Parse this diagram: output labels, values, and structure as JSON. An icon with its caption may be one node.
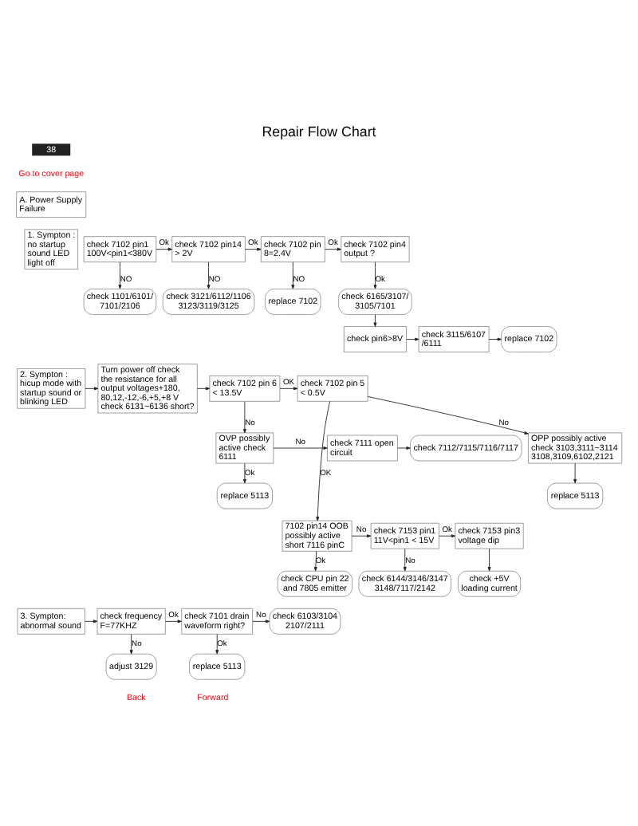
{
  "diagram": {
    "title": "Repair Flow Chart",
    "nodes": [
      {
        "text": [
          "A. Power Supply Failure"
        ]
      },
      {
        "text": [
          "1. Sympton : no startup sound LED light off"
        ]
      },
      {
        "text": [
          "check 7102 pin1 100V<pin1<380V"
        ]
      },
      {
        "text": [
          "check 7102 pin14 > 2V"
        ]
      },
      {
        "text": [
          "check 7102 pin 8=2.4V"
        ]
      },
      {
        "text": [
          "check 7102 pin4 output ?"
        ]
      },
      {
        "text": [
          "check 1101/6101/ 7101/2106"
        ]
      },
      {
        "text": [
          "check 3121/6112/1106 3123/3119/3125"
        ]
      },
      {
        "text": [
          "replace 7102"
        ]
      },
      {
        "text": [
          "check 6165/3107/ 3105/7101"
        ]
      },
      {
        "text": [
          "replace 7102"
        ]
      },
      {
        "text": [
          "check 3115/6107 /6111"
        ]
      },
      {
        "text": [
          "check pin6>8V"
        ]
      },
      {
        "text": [
          "2. Sympton : hicup mode with startup sound or blinking LED"
        ]
      },
      {
        "text": [
          "Turn power off check the resistance for all output voltages+180, 80,12,-12,-6,+5,+8 V check 6131~6136 short?"
        ]
      },
      {
        "text": [
          "check 7102 pin 6 < 13.5V"
        ]
      },
      {
        "text": [
          "check 7102 pin 5 < 0.5V"
        ]
      },
      {
        "text": [
          "check 7112/7115/7116/7117"
        ]
      },
      {
        "text": [
          "check 7111 open circuit"
        ]
      },
      {
        "text": [
          "OVP possibly active check 6111"
        ]
      },
      {
        "text": [
          "OPP possibly active check 3103,3111~3114 3108,3109,6102,2121"
        ]
      },
      {
        "text": [
          "replace 5113"
        ]
      },
      {
        "text": [
          "replace 5113"
        ]
      },
      {
        "text": [
          "check 7153 pin3 voltage dip"
        ]
      },
      {
        "text": [
          "check 7153 pin1 11V<pin1 < 15V"
        ]
      },
      {
        "text": [
          "7102 pin14 OOB possibly active short 7116 pinC"
        ]
      },
      {
        "text": [
          "check +5V loading current"
        ]
      },
      {
        "text": [
          "check 6144/3146/3147 3148/7117/2142"
        ]
      },
      {
        "text": [
          "check CPU pin 22 and 7805 emitter"
        ]
      },
      {
        "text": [
          "3. Sympton: abnormal sound"
        ]
      },
      {
        "text": [
          "check frequency F=77KHZ"
        ]
      },
      {
        "text": [
          "check 7101 drain waveform right?"
        ]
      },
      {
        "text": [
          "check 6103/3104 2107/2111"
        ]
      },
      {
        "text": [
          "adjust 3129"
        ]
      },
      {
        "text": [
          "replace 5113"
        ]
      }
    ],
    "edges": [
      {
        "from": 2,
        "to": 3,
        "arrow": "to",
        "label": "Ok"
      },
      {
        "from": 3,
        "to": 4,
        "arrow": "to",
        "label": "Ok"
      },
      {
        "from": 4,
        "to": 5,
        "arrow": "to",
        "label": "Ok"
      },
      {
        "from": 2,
        "to": 6,
        "arrow": "to",
        "label": "NO"
      },
      {
        "from": 3,
        "to": 7,
        "arrow": "to",
        "label": "NO"
      },
      {
        "from": 4,
        "to": 8,
        "arrow": "to",
        "label": "NO"
      },
      {
        "from": 5,
        "to": 9,
        "arrow": "to",
        "label": "Ok"
      },
      {
        "from": 9,
        "to": 12,
        "arrow": "to"
      },
      {
        "from": 12,
        "to": 11,
        "arrow": "to"
      },
      {
        "from": 11,
        "to": 10,
        "arrow": "to"
      },
      {
        "from": 13,
        "to": 14,
        "arrow": "to"
      },
      {
        "from": 14,
        "to": 15,
        "arrow": "to"
      },
      {
        "from": 15,
        "to": 16,
        "arrow": "to",
        "label": "OK"
      },
      {
        "from": 15,
        "to": 19,
        "arrow": "to",
        "label": "No"
      },
      {
        "from": 16,
        "to": 20,
        "arrow": "to",
        "label": "No"
      },
      {
        "from": 19,
        "to": 18,
        "arrow": "to",
        "label": "No"
      },
      {
        "from": 18,
        "to": 17,
        "arrow": "to"
      },
      {
        "from": 19,
        "to": 21,
        "arrow": "to",
        "label": "Ok"
      },
      {
        "from": 20,
        "to": 22,
        "arrow": "to"
      },
      {
        "from": 16,
        "to": 25,
        "arrow": "to",
        "label": "OK"
      },
      {
        "from": 25,
        "to": 24,
        "arrow": "to",
        "label": "No"
      },
      {
        "from": 24,
        "to": 23,
        "arrow": "to",
        "label": "Ok"
      },
      {
        "from": 25,
        "to": 28,
        "arrow": "to",
        "label": "Ok"
      },
      {
        "from": 24,
        "to": 27,
        "arrow": "to",
        "label": "No"
      },
      {
        "from": 23,
        "to": 26,
        "arrow": "to"
      },
      {
        "from": 29,
        "to": 30,
        "arrow": "to"
      },
      {
        "from": 30,
        "to": 31,
        "arrow": "to",
        "label": "Ok"
      },
      {
        "from": 31,
        "to": 32,
        "arrow": "to",
        "label": "No"
      },
      {
        "from": 30,
        "to": 33,
        "arrow": "to",
        "label": "No"
      },
      {
        "from": 31,
        "to": 34,
        "arrow": "to",
        "label": "Ok"
      }
    ],
    "labels": [
      "38",
      "Go to cover page",
      "Back",
      "Forward"
    ]
  }
}
